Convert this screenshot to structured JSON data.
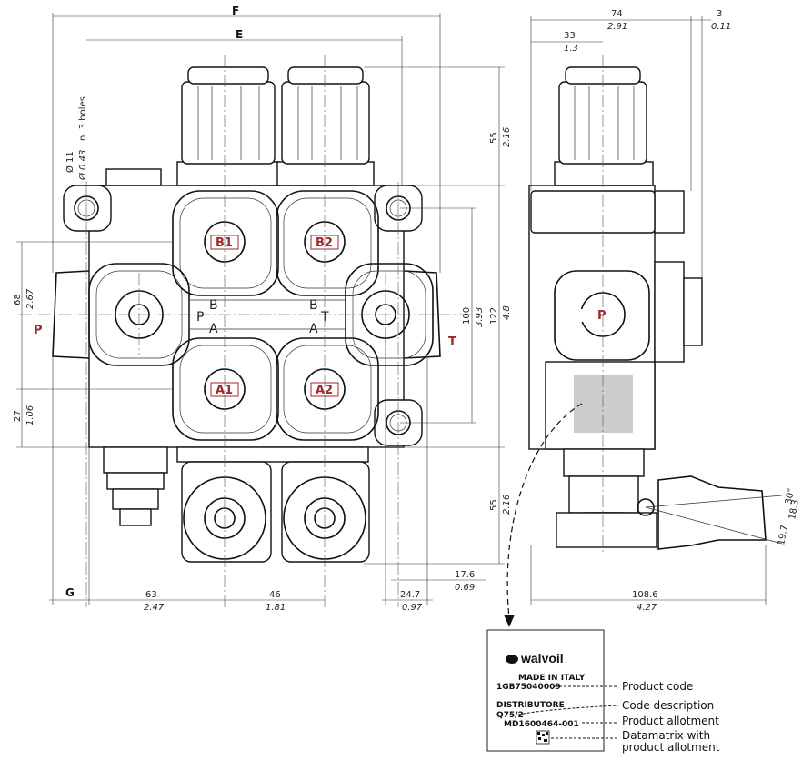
{
  "dimensions": {
    "F": "F",
    "E": "E",
    "G": "G",
    "d74": "74",
    "d74i": "2.91",
    "d3": "3",
    "d3i": "0.11",
    "d33": "33",
    "d33i": "1.3",
    "d55a": "55",
    "d55ai": "2.16",
    "d55b": "55",
    "d55bi": "2.16",
    "d68": "68",
    "d68i": "2.67",
    "d27": "27",
    "d27i": "1.06",
    "d100": "100",
    "d100i": "3.93",
    "d122": "122",
    "d122i": "4.8",
    "d63": "63",
    "d63i": "2.47",
    "d46": "46",
    "d46i": "1.81",
    "d247": "24.7",
    "d247i": "0.97",
    "d176": "17.6",
    "d176i": "0.69",
    "d1086": "108.6",
    "d1086i": "4.27",
    "holes": "n. 3 holes",
    "hole_d": "Ø 11",
    "hole_di": "Ø 0.43",
    "ang30": "30°",
    "d183": "18.3",
    "d197": "19.7"
  },
  "ports": {
    "b1": "B1",
    "b2": "B2",
    "a1": "A1",
    "a2": "A2",
    "p": "P",
    "t": "T",
    "p_side": "P",
    "sym_b": "B",
    "sym_a": "A",
    "sym_p": "P",
    "sym_t": "T",
    "sym_b2": "B",
    "sym_a2": "A"
  },
  "label": {
    "brand": "walvoil",
    "made": "MADE IN ITALY",
    "code": "1GB75040009",
    "distributor": "DISTRIBUTORE",
    "desc": "Q75/2",
    "allot": "MD1600464-001"
  },
  "legend": {
    "product_code": "Product code",
    "code_description": "Code description",
    "product_allotment": "Product allotment",
    "datamatrix_1": "Datamatrix with",
    "datamatrix_2": "product allotment"
  },
  "colors": {
    "port_label": "#a0282a",
    "line": "#111111",
    "label_box": "#cccccc"
  }
}
